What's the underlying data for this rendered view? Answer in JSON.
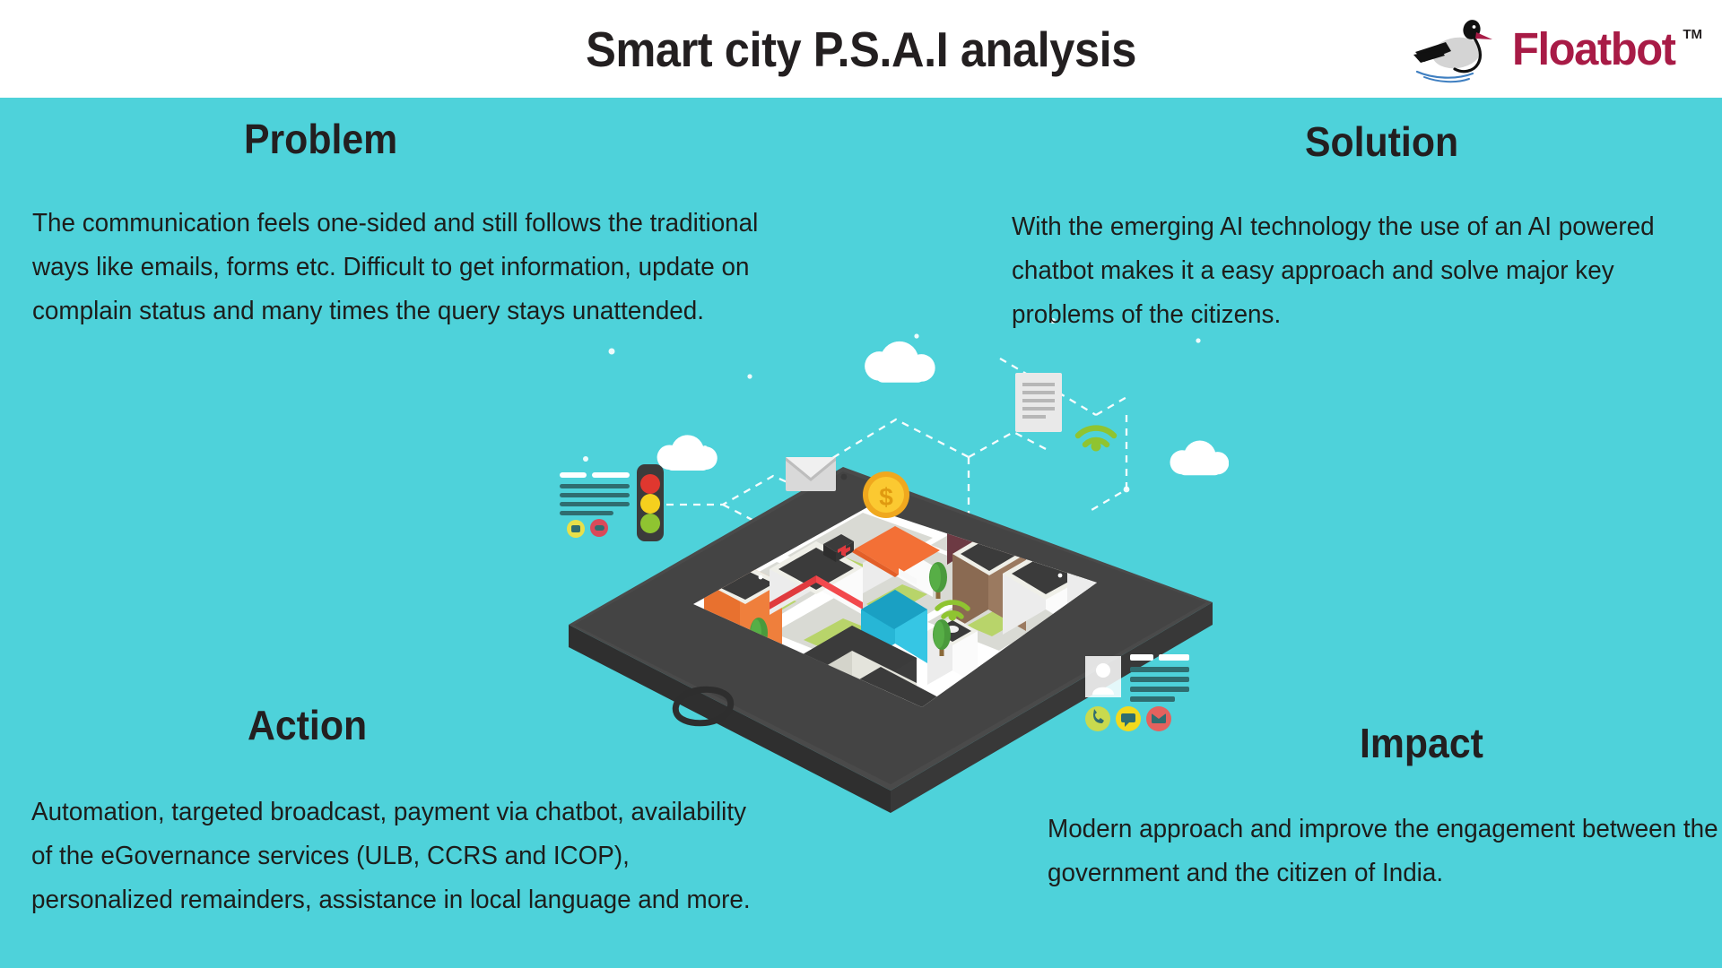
{
  "header": {
    "title": "Smart city P.S.A.I analysis",
    "logo_text": "Floatbot",
    "logo_tm": "TM"
  },
  "theme": {
    "background": "#4ed2da",
    "header_background": "#ffffff",
    "title_color": "#231f20",
    "body_color": "#1d1d1b",
    "brand_color": "#a81b46"
  },
  "quadrants": {
    "problem": {
      "title": "Problem",
      "body": "The communication feels one-sided and still follows the traditional ways like emails, forms etc. Difficult to get information, update on complain status and many times the query stays unattended."
    },
    "solution": {
      "title": "Solution",
      "body": "With the emerging AI technology the use of an AI powered chatbot makes it a easy approach and solve major key problems of the citizens."
    },
    "action": {
      "title": "Action",
      "body": "Automation, targeted broadcast, payment via chatbot, availability of the eGovernance services (ULB, CCRS and ICOP), personalized remainders, assistance in local language and more."
    },
    "impact": {
      "title": "Impact",
      "body": "Modern approach and improve the engagement between the government and the citizen of India."
    }
  },
  "illustration": {
    "description": "Isometric smart city built on a smartphone screen",
    "icons": [
      "cloud-icon",
      "envelope-icon",
      "document-icon",
      "coin-dollar-icon",
      "traffic-light-icon",
      "wifi-icon",
      "contact-card-icon",
      "phone-circle-icon",
      "chat-circle-icon",
      "mail-circle-icon"
    ],
    "coin_symbol": "$",
    "phone_body_color": "#414141",
    "phone_bezel_color": "#4a4a4a",
    "screen_color": "#ffffff"
  }
}
